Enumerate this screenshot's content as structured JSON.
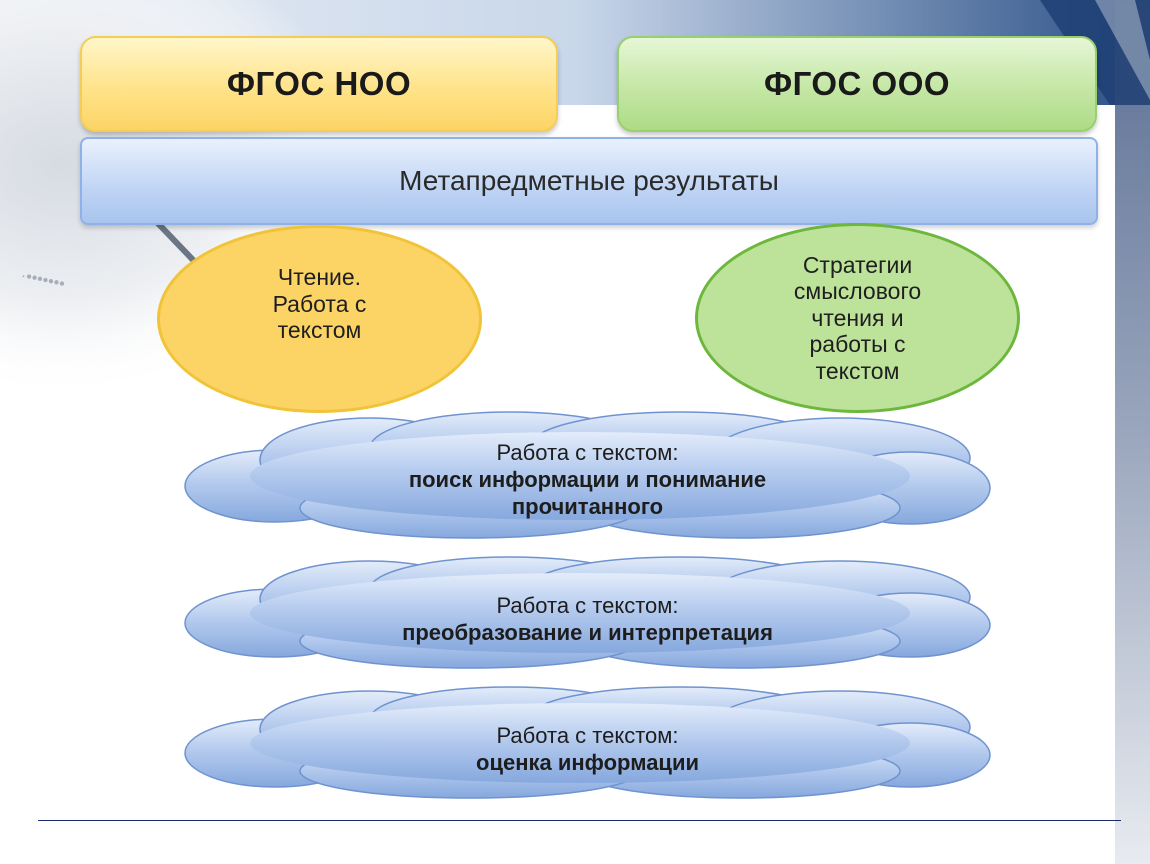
{
  "standards": {
    "left": "ФГОС НОО",
    "right": "ФГОС ООО"
  },
  "meta_results": "Метапредметные результаты",
  "circles": {
    "left": "Чтение.\nРабота с\nтекстом",
    "right": "Стратегии\nсмыслового\nчтения и\nработы с\nтекстом"
  },
  "clouds": [
    {
      "title": "Работа с текстом:",
      "lines": [
        "поиск информации и понимание",
        "прочитанного"
      ]
    },
    {
      "title": "Работа с текстом:",
      "lines": [
        "преобразование и интерпретация"
      ]
    },
    {
      "title": "Работа с текстом:",
      "lines": [
        "оценка информации"
      ]
    }
  ],
  "colors": {
    "yellow": "#fcd465",
    "green": "#bde29a",
    "blue_cloud": "#8fb1e3",
    "rule": "#1e2a6e"
  }
}
